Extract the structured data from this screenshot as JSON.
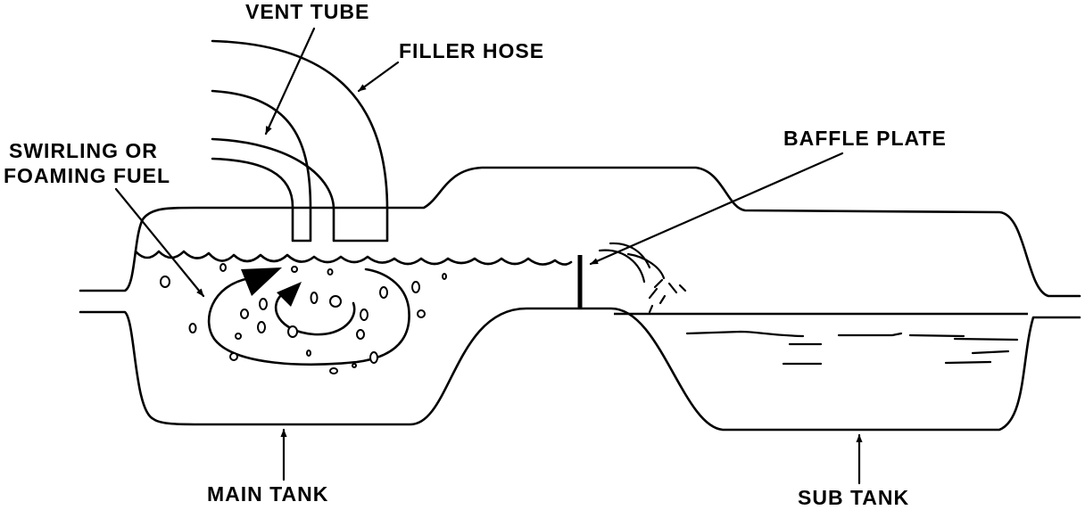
{
  "labels": {
    "vent_tube": "VENT TUBE",
    "filler_hose": "FILLER HOSE",
    "swirling_line1": "SWIRLING OR",
    "swirling_line2": "FOAMING FUEL",
    "baffle_plate": "BAFFLE PLATE",
    "main_tank": "MAIN TANK",
    "sub_tank": "SUB TANK"
  },
  "colors": {
    "ink": "#000000",
    "background": "#ffffff"
  }
}
